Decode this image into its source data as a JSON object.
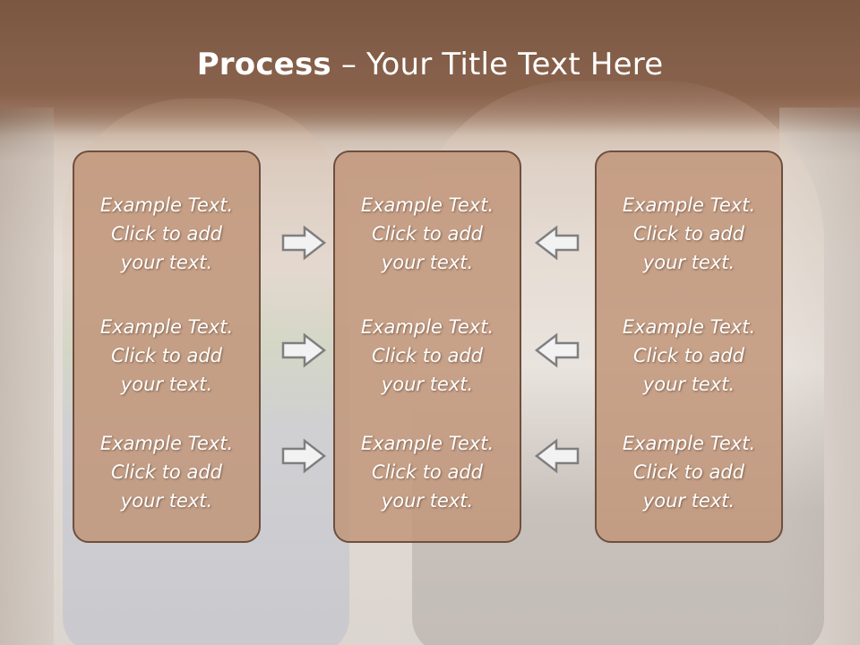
{
  "slide": {
    "title_bold": "Process",
    "title_rest": " – Your Title Text Here"
  },
  "panels": [
    {
      "items": [
        {
          "line1": "Example Text.",
          "line2": "Click  to add",
          "line3": "your text."
        },
        {
          "line1": "Example Text.",
          "line2": "Click  to add",
          "line3": "your text."
        },
        {
          "line1": "Example Text.",
          "line2": "Click  to add",
          "line3": "your text."
        }
      ]
    },
    {
      "items": [
        {
          "line1": "Example Text.",
          "line2": "Click  to add",
          "line3": "your text."
        },
        {
          "line1": "Example Text.",
          "line2": "Click  to add",
          "line3": "your text."
        },
        {
          "line1": "Example Text.",
          "line2": "Click  to add",
          "line3": "your text."
        }
      ]
    },
    {
      "items": [
        {
          "line1": "Example Text.",
          "line2": "Click  to add",
          "line3": "your text."
        },
        {
          "line1": "Example Text.",
          "line2": "Click  to add",
          "line3": "your text."
        },
        {
          "line1": "Example Text.",
          "line2": "Click  to add",
          "line3": "your text."
        }
      ]
    }
  ],
  "arrows": {
    "left_column": [
      "arrow-right-icon",
      "arrow-right-icon",
      "arrow-right-icon"
    ],
    "right_column": [
      "arrow-left-icon",
      "arrow-left-icon",
      "arrow-left-icon"
    ]
  },
  "colors": {
    "header": "#7d5840",
    "panel_fill": "#c1977c",
    "panel_border": "#6e4f3e",
    "text": "#ffffff",
    "arrow_fill": "#f2f2f2",
    "arrow_stroke": "#7f7f7f"
  }
}
